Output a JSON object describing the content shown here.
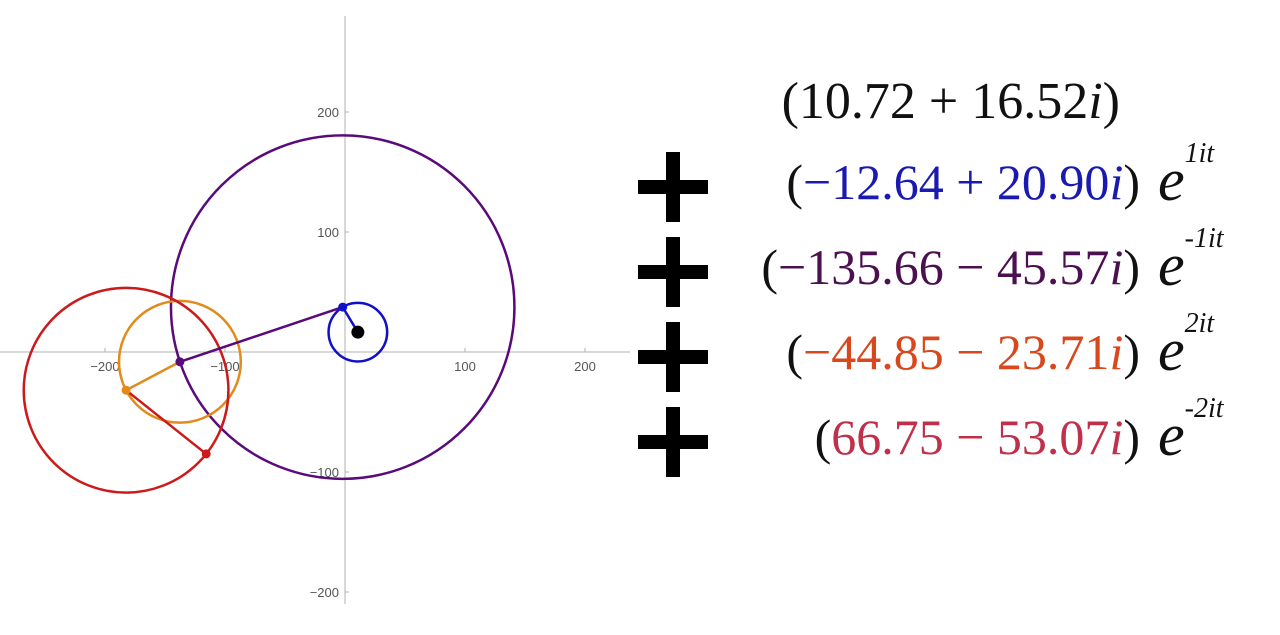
{
  "chart_data": {
    "type": "diagram",
    "axes": {
      "xlim": [
        -290,
        240
      ],
      "ylim": [
        -210,
        280
      ],
      "x_ticks": [
        -200,
        -100,
        100,
        200
      ],
      "y_ticks": [
        200,
        100,
        -100,
        -200
      ],
      "x_tick_labels": [
        "−200",
        "−100",
        "100",
        "200"
      ],
      "y_tick_labels": [
        "200",
        "100",
        "−100",
        "−200"
      ]
    },
    "circles": [
      {
        "id": "blue",
        "color": "#1010c8",
        "center": [
          10.72,
          16.52
        ],
        "radius": 24.41,
        "point": [
          -1.92,
          37.42
        ]
      },
      {
        "id": "purple",
        "color": "#5a0a7a",
        "center": [
          -1.92,
          37.42
        ],
        "radius": 143.11,
        "point": [
          -137.58,
          -8.15
        ]
      },
      {
        "id": "orange",
        "color": "#e28a1c",
        "center": [
          -137.58,
          -8.15
        ],
        "radius": 50.73,
        "point": [
          -182.43,
          -31.86
        ]
      },
      {
        "id": "red",
        "color": "#cc1a1a",
        "center": [
          -182.43,
          -31.86
        ],
        "radius": 85.28,
        "point": [
          -115.68,
          -84.93
        ]
      }
    ],
    "origin_point": [
      10.72,
      16.52
    ]
  },
  "formula": {
    "constant": "(10.72 + 16.52",
    "constant_i": "i",
    "constant_close": ")",
    "terms": [
      {
        "open": "(",
        "value": "−12.64 + 20.90",
        "i": "i",
        "close": ")",
        "color": "#1a1ab0",
        "base": "e",
        "exponent": "1it"
      },
      {
        "open": "(",
        "value": "−135.66 − 45.57",
        "i": "i",
        "close": ")",
        "color": "#4a1050",
        "base": "e",
        "exponent": "-1it"
      },
      {
        "open": "(",
        "value": "−44.85 − 23.71",
        "i": "i",
        "close": ")",
        "color": "#d8481c",
        "base": "e",
        "exponent": "2it"
      },
      {
        "open": "(",
        "value": "66.75 − 53.07",
        "i": "i",
        "close": ")",
        "color": "#c0304a",
        "base": "e",
        "exponent": "-2it"
      }
    ]
  }
}
